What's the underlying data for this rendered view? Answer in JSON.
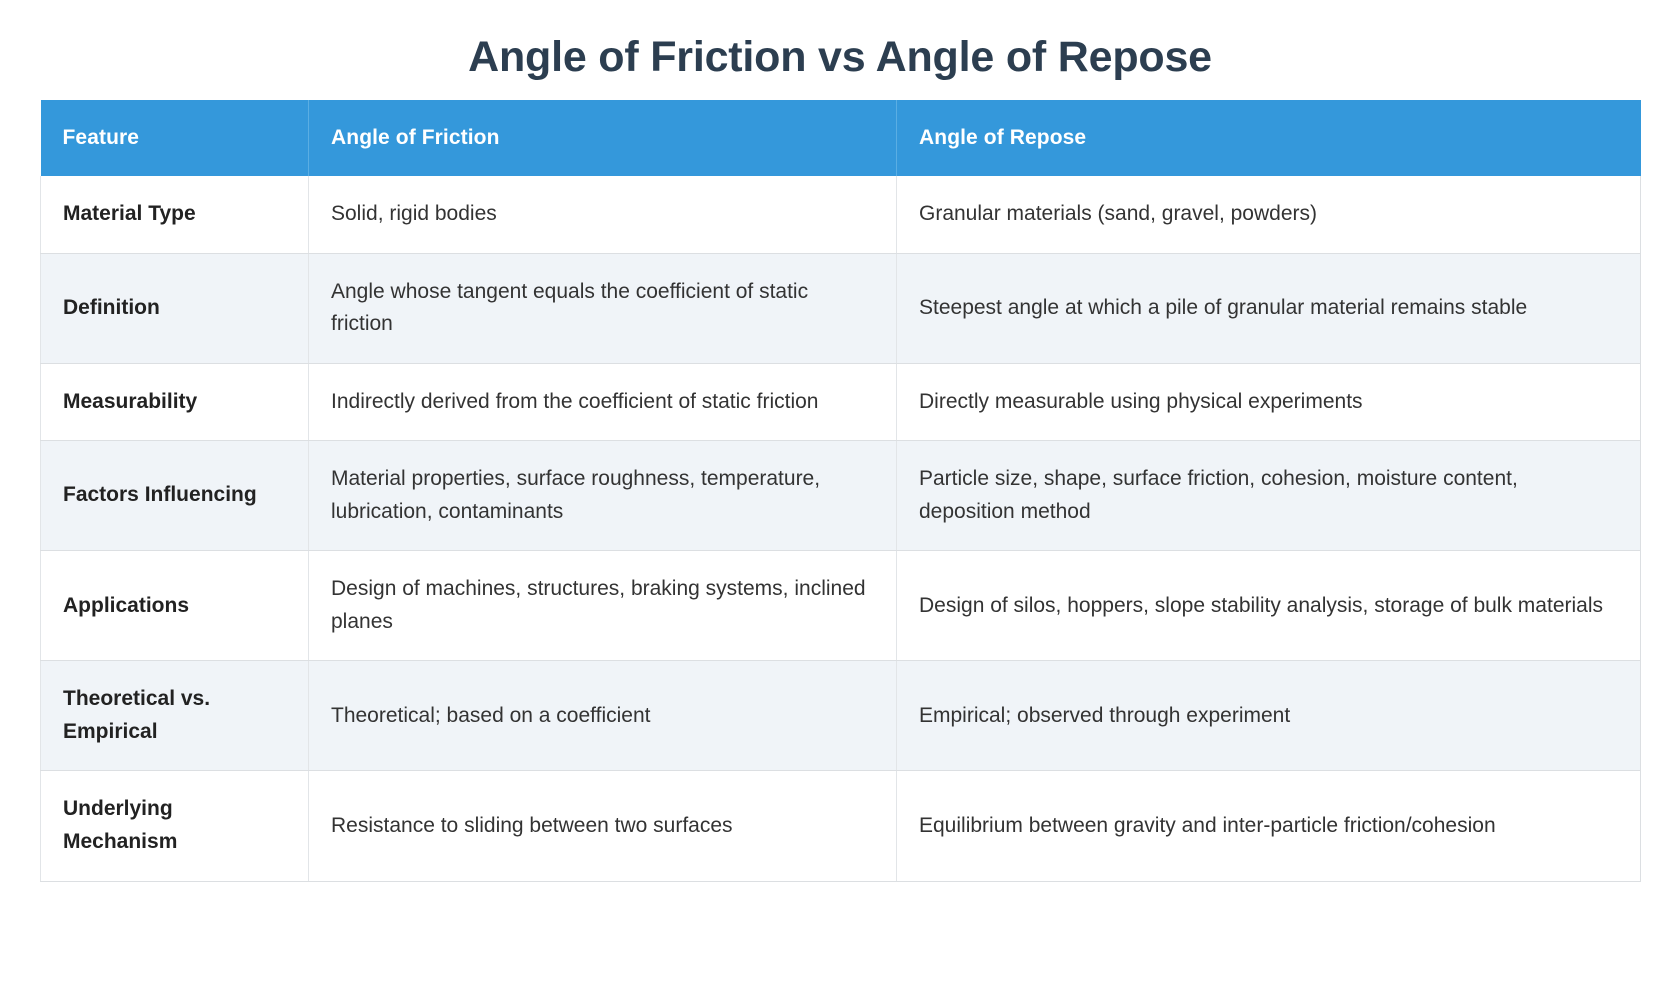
{
  "page": {
    "title": "Angle of Friction vs Angle of Repose",
    "background_color": "#ffffff",
    "title_color": "#2c3e50"
  },
  "table": {
    "header_background": "#3498db",
    "header_text_color": "#ffffff",
    "row_alt_background": "#f0f4f8",
    "columns": [
      "Feature",
      "Angle of Friction",
      "Angle of Repose"
    ],
    "rows": [
      {
        "feature": "Material Type",
        "friction": "Solid, rigid bodies",
        "repose": "Granular materials (sand, gravel, powders)"
      },
      {
        "feature": "Definition",
        "friction": "Angle whose tangent equals the coefficient of static friction",
        "repose": "Steepest angle at which a pile of granular material remains stable"
      },
      {
        "feature": "Measurability",
        "friction": "Indirectly derived from the coefficient of static friction",
        "repose": "Directly measurable using physical experiments"
      },
      {
        "feature": "Factors Influencing",
        "friction": "Material properties, surface roughness, temperature, lubrication, contaminants",
        "repose": "Particle size, shape, surface friction, cohesion, moisture content, deposition method"
      },
      {
        "feature": "Applications",
        "friction": "Design of machines, structures, braking systems, inclined planes",
        "repose": "Design of silos, hoppers, slope stability analysis, storage of bulk materials"
      },
      {
        "feature": "Theoretical vs. Empirical",
        "friction": "Theoretical; based on a coefficient",
        "repose": "Empirical; observed through experiment"
      },
      {
        "feature": "Underlying Mechanism",
        "friction": "Resistance to sliding between two surfaces",
        "repose": "Equilibrium between gravity and inter-particle friction/cohesion"
      }
    ]
  }
}
